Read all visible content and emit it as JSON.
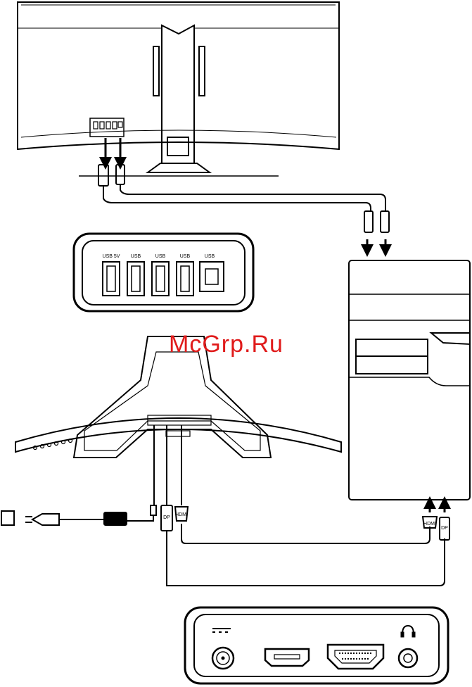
{
  "watermark": "McGrp.Ru",
  "usb_panel": {
    "port_labels": [
      "USB 5V",
      "USB",
      "USB",
      "USB",
      "USB"
    ],
    "port_types": [
      "usb-a-charge",
      "usb-a",
      "usb-a",
      "usb-a",
      "usb-b"
    ]
  },
  "connector_labels": {
    "hdmi_monitor": "HDMI",
    "hdmi_pc": "HDMI",
    "dp_monitor": "DP",
    "dp_pc": "DP"
  },
  "io_panel": {
    "ports": [
      "dc-in",
      "displayport",
      "hdmi",
      "headphone"
    ]
  },
  "colors": {
    "stroke": "#000000",
    "background": "#ffffff",
    "watermark": "#e01b1b"
  }
}
